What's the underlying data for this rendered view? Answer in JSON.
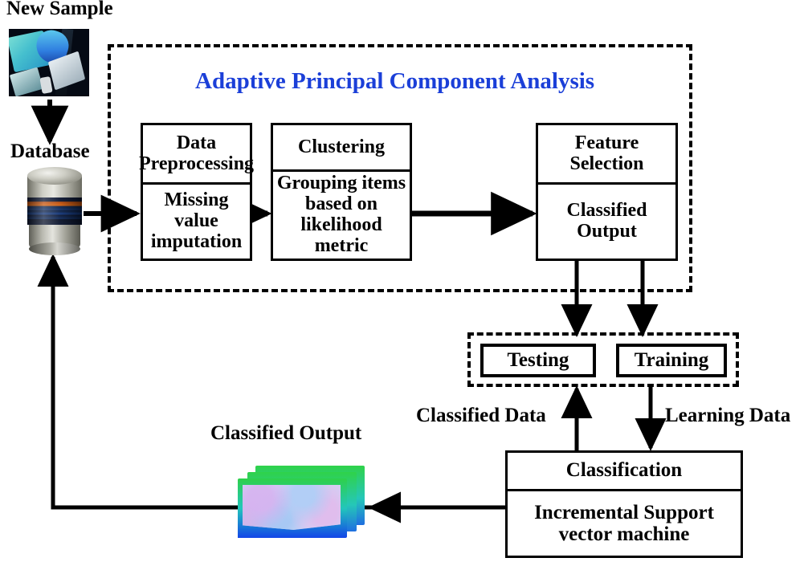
{
  "diagram": {
    "title_blue": "Adaptive Principal Component Analysis",
    "accent_color": "#1b3fd8",
    "line_color": "#000000",
    "background": "#ffffff"
  },
  "inputs": {
    "new_sample_label": "New Sample",
    "database_label": "Database"
  },
  "apca": {
    "region_label": "Adaptive Principal Component Analysis",
    "stages": [
      {
        "id": "preprocessing",
        "header": "Data Preprocessing",
        "body": "Missing value imputation"
      },
      {
        "id": "clustering",
        "header": "Clustering",
        "body": "Grouping items based on likelihood metric"
      },
      {
        "id": "feature-selection",
        "header": "Feature Selection",
        "body": "Classified Output"
      }
    ]
  },
  "split": {
    "testing_label": "Testing",
    "training_label": "Training"
  },
  "edges": {
    "classified_data": "Classified Data",
    "learning_data": "Learning Data"
  },
  "classifier": {
    "header": "Classification",
    "body": "Incremental Support vector machine"
  },
  "output": {
    "label": "Classified Output",
    "sheet_top_color": "#2fd24a",
    "sheet_bottom_color": "#1346e8"
  },
  "icons": {
    "sample_photo": "lab-sample-photo-icon",
    "database_cylinder": "database-cylinder-icon",
    "output_sheets": "stacked-sheets-icon"
  }
}
